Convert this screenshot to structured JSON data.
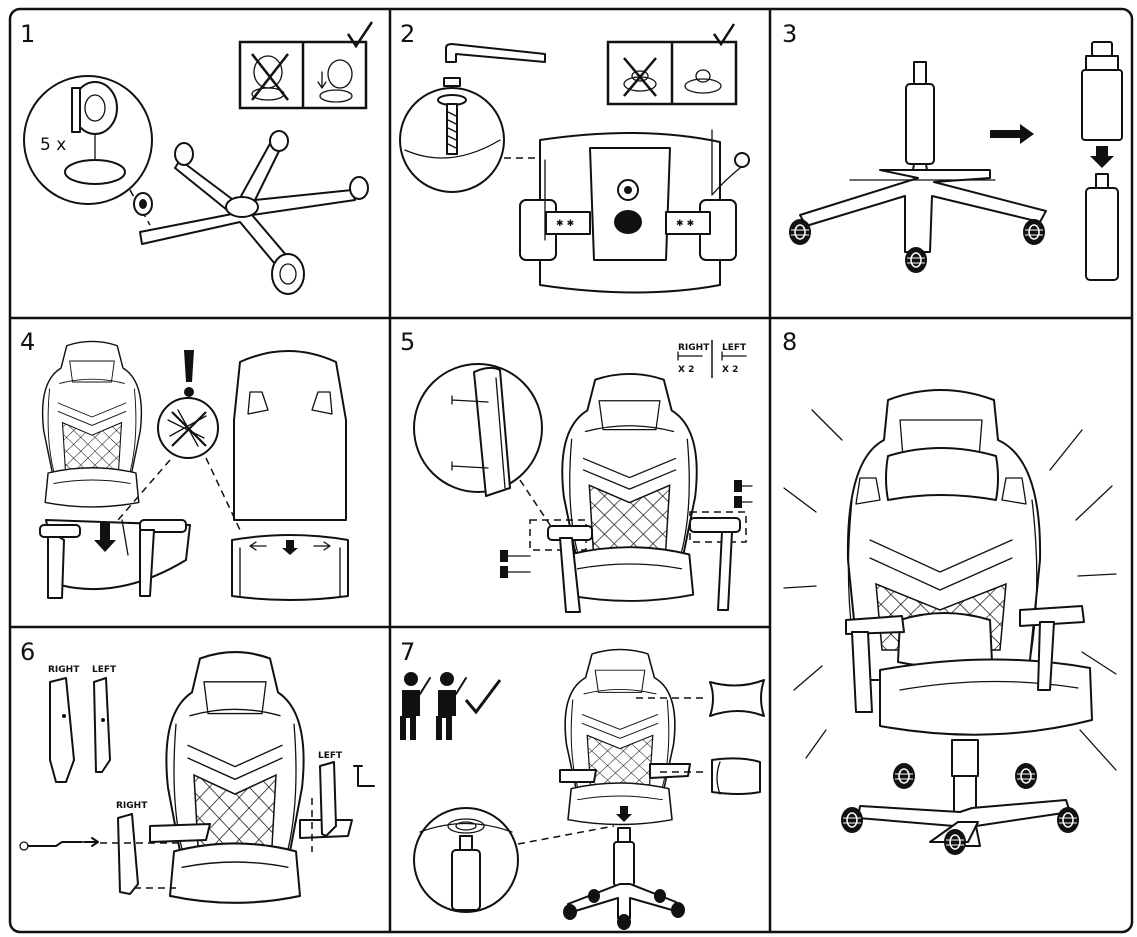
{
  "steps": [
    {
      "number": "1",
      "caption": "5 x"
    },
    {
      "number": "2"
    },
    {
      "number": "3"
    },
    {
      "number": "4"
    },
    {
      "number": "5",
      "tag_right": "RIGHT",
      "tag_left": "LEFT",
      "qty_right": "X 2",
      "qty_left": "X 2"
    },
    {
      "number": "6",
      "label_right": "RIGHT",
      "label_left": "LEFT",
      "label_right_2": "RIGHT",
      "label_left_2": "LEFT"
    },
    {
      "number": "7"
    },
    {
      "number": "8"
    }
  ],
  "icons": [
    "check-icon",
    "warning-icon",
    "arrow-icon",
    "two-person-icon",
    "prohibited-icon"
  ]
}
